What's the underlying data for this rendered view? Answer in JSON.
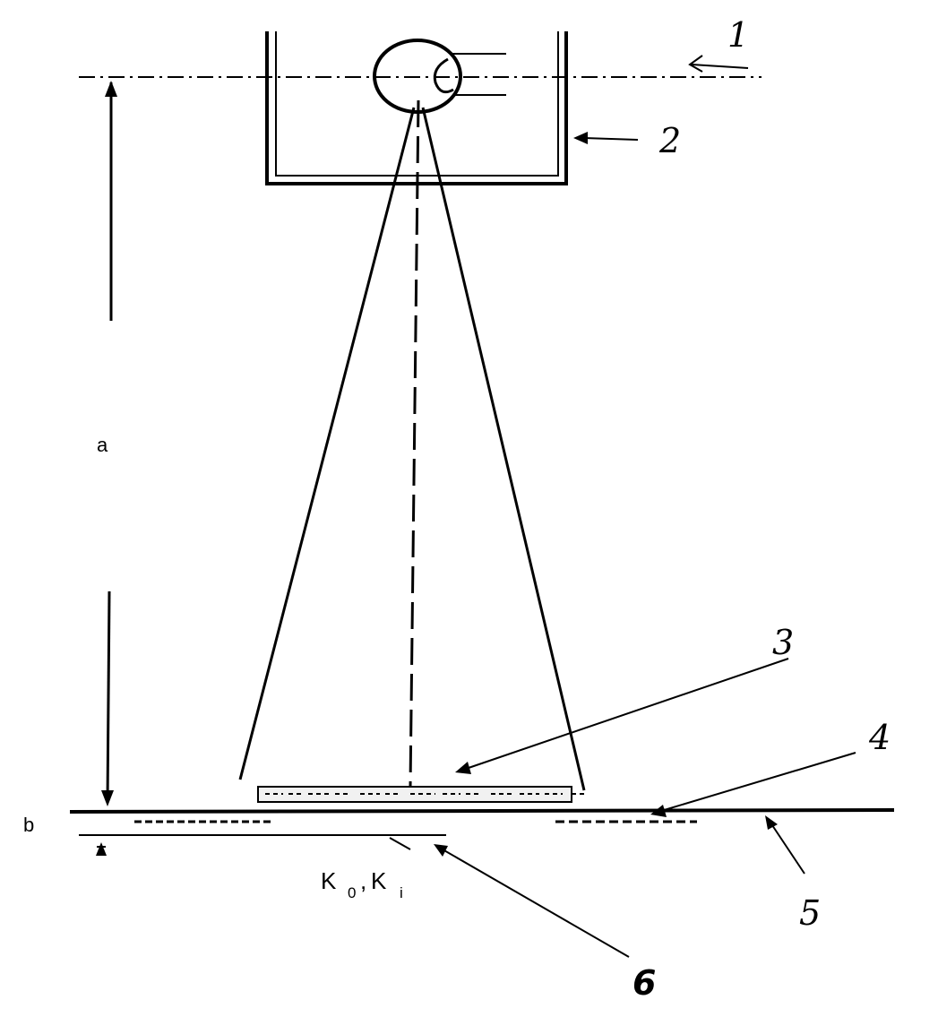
{
  "labels": {
    "part_1": "1",
    "part_2": "2",
    "part_3": "3",
    "part_4": "4",
    "part_5": "5",
    "part_6": "6",
    "dim_a": "a",
    "dim_b": "b",
    "k_main_1": "K",
    "k_sub_1": "0",
    "k_sep": ",",
    "k_main_2": "K",
    "k_sub_2": "i"
  }
}
